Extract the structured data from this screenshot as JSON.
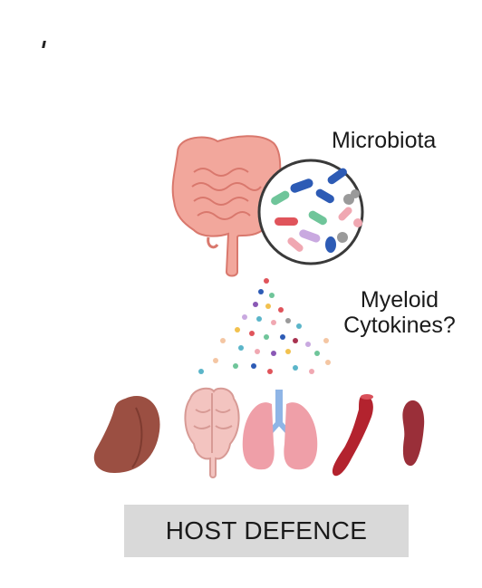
{
  "labels": {
    "microbiota": "Microbiota",
    "myeloid_line1": "Myeloid",
    "myeloid_line2": "Cytokines?",
    "host_defence": "HOST DEFENCE"
  },
  "colors": {
    "gut": "#f2a79c",
    "gut_dark": "#d9786d",
    "box_fill": "#d9d9d9",
    "liver": "#9b4f42",
    "brain": "#f3c4c0",
    "lung": "#ef9fa8",
    "trachea": "#8fb5e6",
    "vessel": "#b3232e",
    "spleen": "#9a2f39"
  },
  "icons": [
    "intestine-icon",
    "microbe-lens-icon",
    "liver-icon",
    "brain-icon",
    "lungs-icon",
    "blood-vessel-icon",
    "spleen-icon"
  ]
}
